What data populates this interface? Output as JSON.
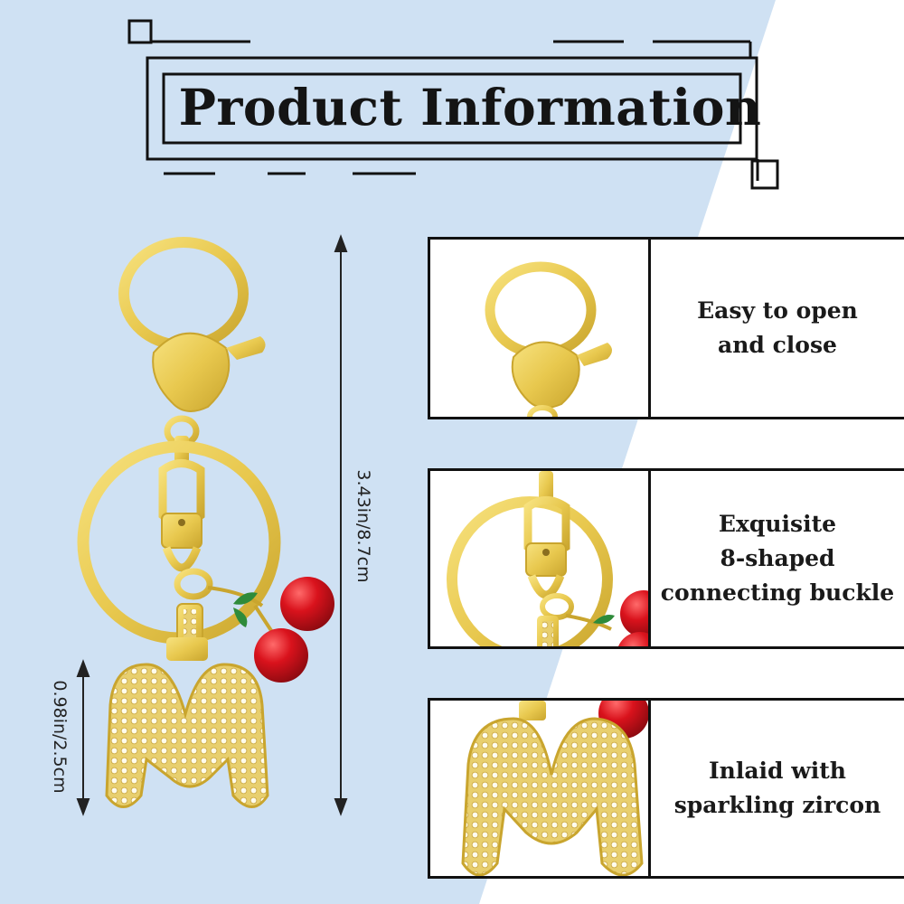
{
  "title": "Product Information",
  "dimensions": {
    "overall": "3.43in/8.7cm",
    "letter": "0.98in/2.5cm"
  },
  "features": [
    {
      "text": "Easy to open\nand close",
      "image": "lobster-clasp-closeup"
    },
    {
      "text": "Exquisite\n8-shaped\nconnecting buckle",
      "image": "swivel-buckle-closeup"
    },
    {
      "text": "Inlaid with\nsparkling zircon",
      "image": "zircon-letter-closeup"
    }
  ],
  "product": {
    "letter": "M",
    "charm": "cherry"
  },
  "colors": {
    "background_blue": "#cfe1f3",
    "gold": "#ecd05a",
    "cherry_red": "#c9111b",
    "frame_black": "#111111"
  }
}
